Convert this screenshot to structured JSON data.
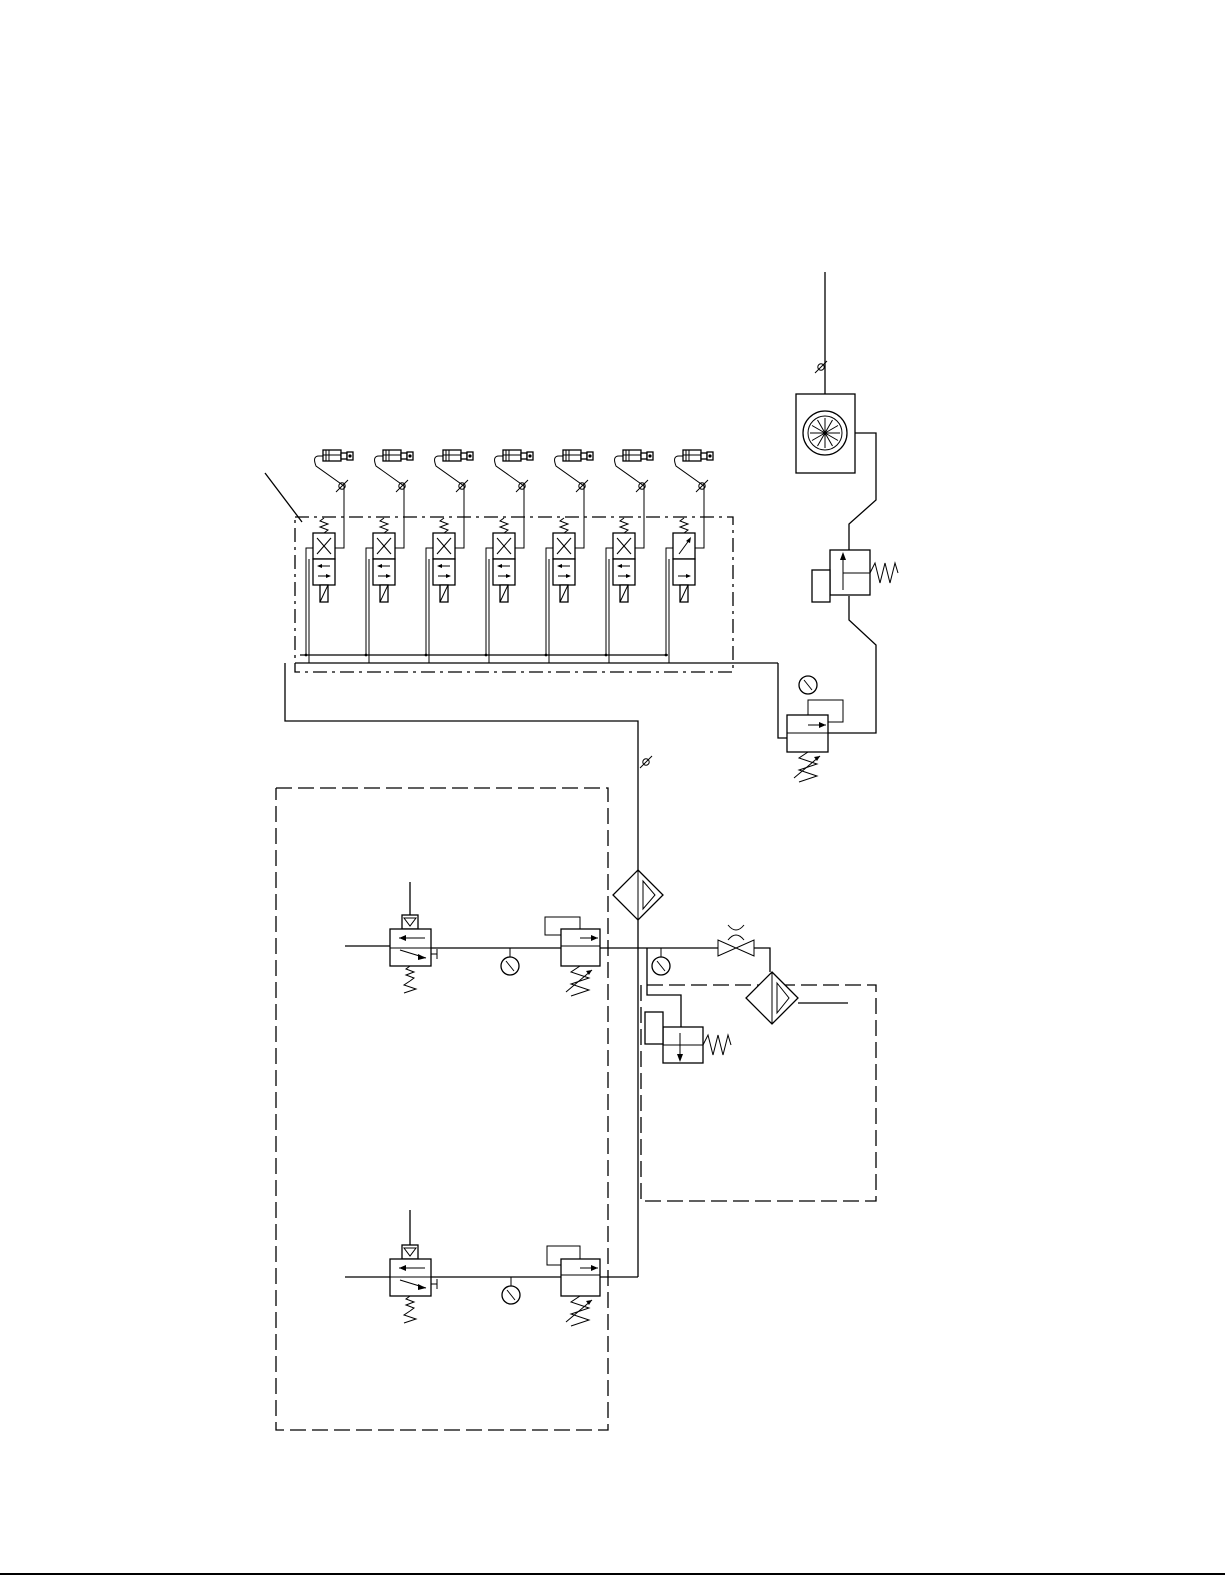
{
  "diagram": {
    "type": "pneumatic-schematic",
    "valve_bank": {
      "count": 7,
      "valves": [
        {
          "symbol": "cross"
        },
        {
          "symbol": "cross"
        },
        {
          "symbol": "cross"
        },
        {
          "symbol": "cross"
        },
        {
          "symbol": "cross"
        },
        {
          "symbol": "cross"
        },
        {
          "symbol": "single-arrow"
        }
      ]
    },
    "components": [
      "compressor-fan-icon",
      "pressure-relief-valve-icon",
      "pressure-regulator-icon",
      "pressure-gauge-icon",
      "air-filter-icon",
      "needle-valve-icon",
      "pilot-valve-icon",
      "check-valve-icon"
    ],
    "bottom_rule_color": "#000000",
    "line_color": "#000000",
    "background_color": "#ffffff"
  }
}
